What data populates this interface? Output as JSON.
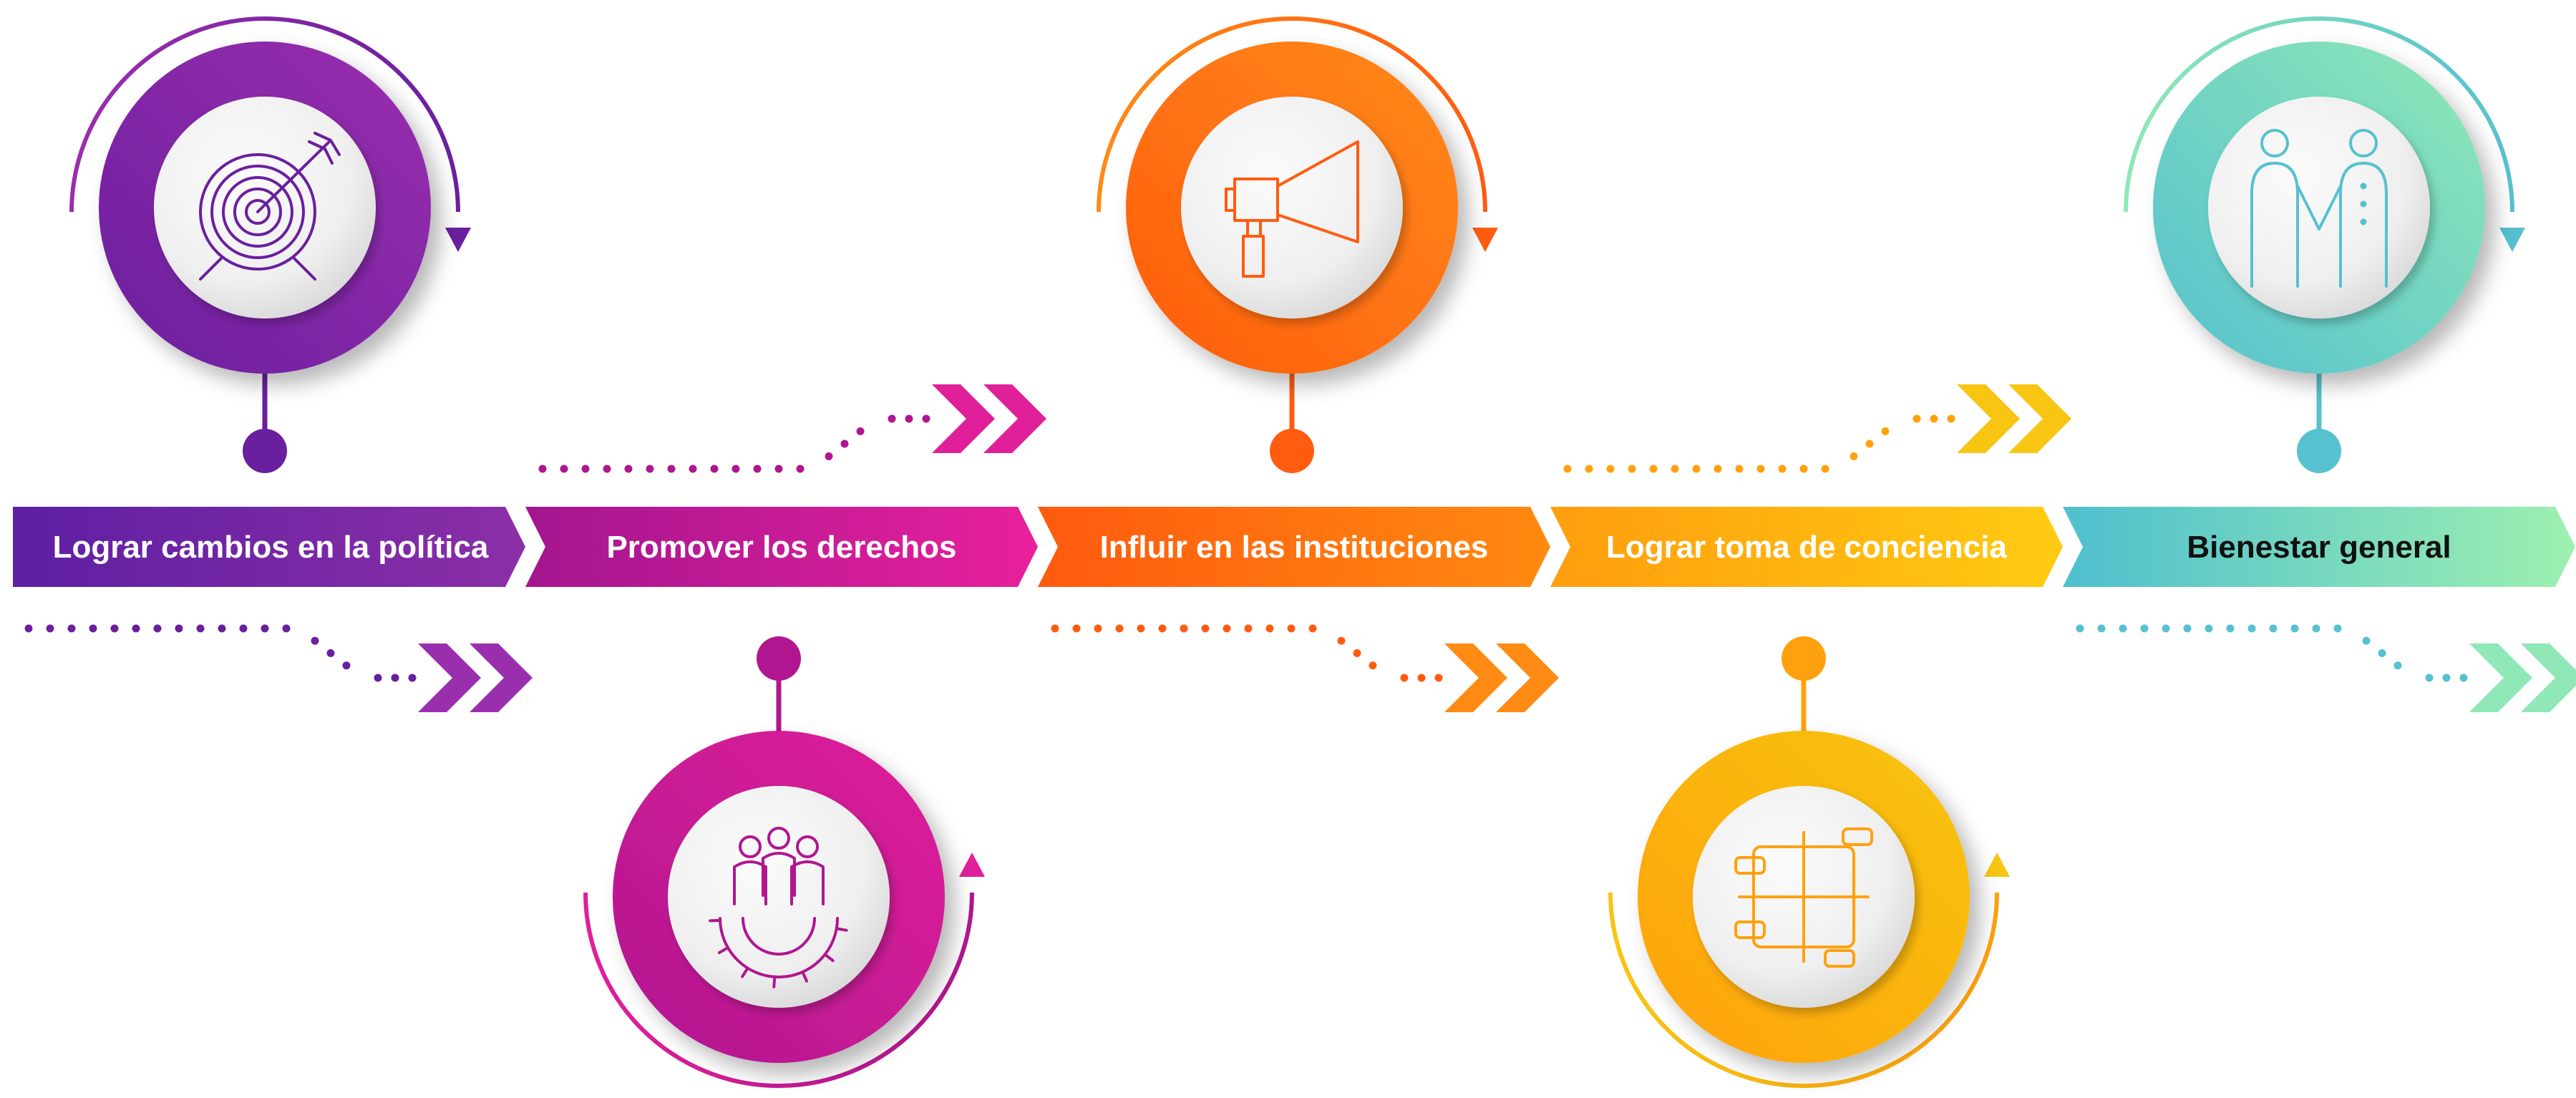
{
  "steps": [
    {
      "label": "Lograr cambios en la política",
      "icon": "target-icon",
      "colors": [
        "#5e1fa3",
        "#8b2fa6"
      ],
      "dark": "#6a1f9e",
      "light": "#9a2fae",
      "text_color": "#ffffff",
      "position": "top"
    },
    {
      "label": "Promover los derechos",
      "icon": "team-gear-icon",
      "colors": [
        "#a3168f",
        "#e8209c"
      ],
      "dark": "#b01690",
      "light": "#e0209a",
      "text_color": "#ffffff",
      "position": "bottom"
    },
    {
      "label": "Influir en las instituciones",
      "icon": "megaphone-icon",
      "colors": [
        "#ff5a0f",
        "#ff8a10"
      ],
      "dark": "#ff5c10",
      "light": "#ff8a14",
      "text_color": "#ffffff",
      "position": "top"
    },
    {
      "label": "Lograr toma de conciencia",
      "icon": "joined-hands-icon",
      "colors": [
        "#ff9d0e",
        "#ffcb12"
      ],
      "dark": "#ffa10e",
      "light": "#f7c512",
      "text_color": "#ffffff",
      "position": "bottom"
    },
    {
      "label": "Bienestar general",
      "icon": "two-people-holding-hands-icon",
      "colors": [
        "#4fbfcf",
        "#9ef0b0"
      ],
      "dark": "#56c1cf",
      "light": "#8fe8b6",
      "text_color": "#111111",
      "position": "top"
    }
  ],
  "palette": {
    "background": "#ffffff",
    "icon_circle": "#efefef",
    "icon_circle_shade": "#d8d8d8"
  }
}
